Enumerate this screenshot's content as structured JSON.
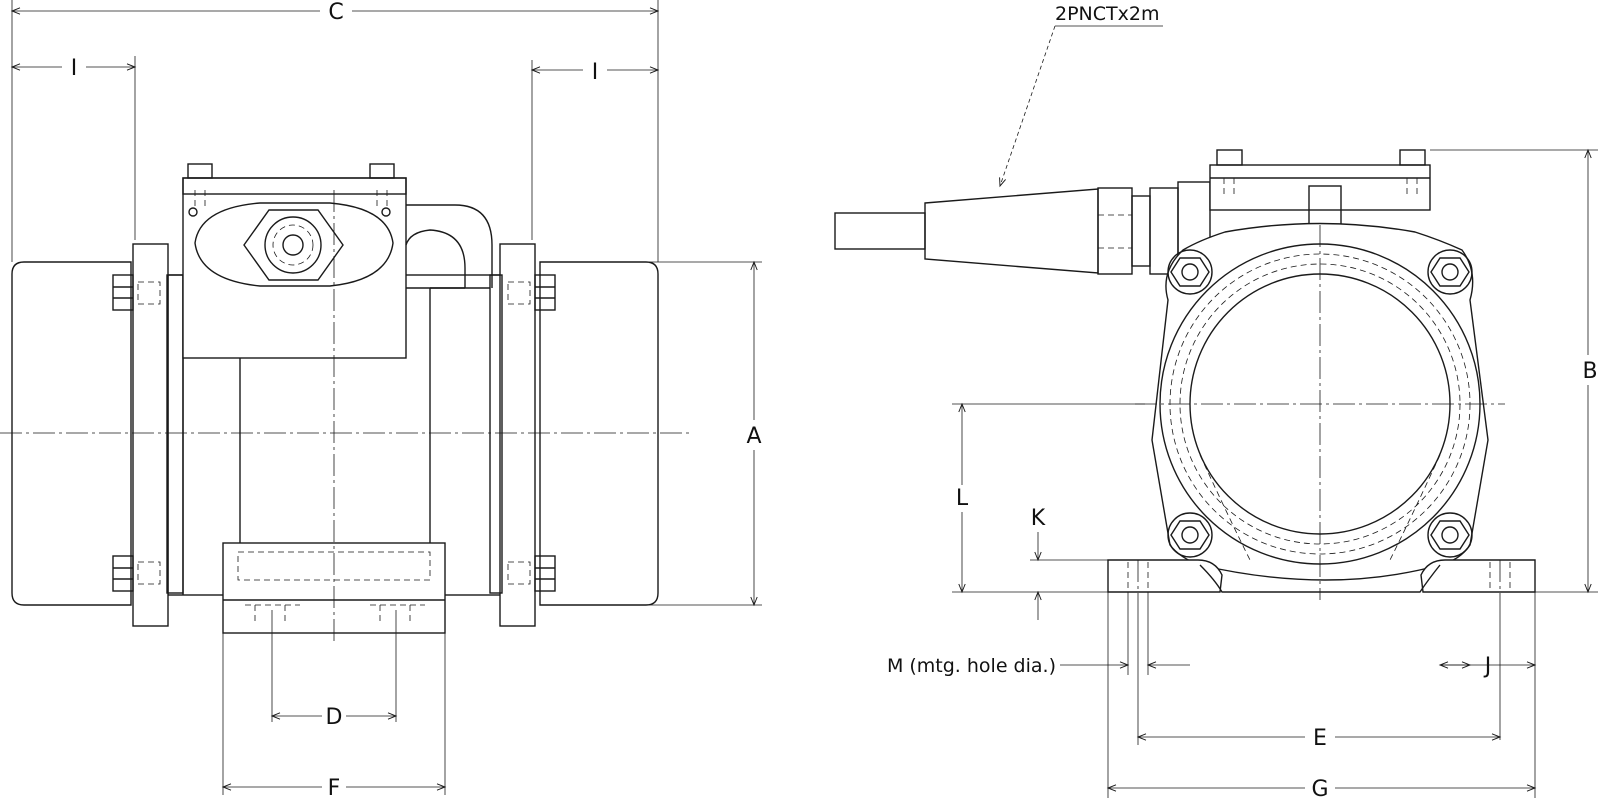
{
  "dimension_labels": {
    "A": "A",
    "B": "B",
    "C": "C",
    "D": "D",
    "E": "E",
    "F": "F",
    "G": "G",
    "I_left": "I",
    "I_right": "I",
    "J": "J",
    "K": "K",
    "L": "L",
    "M": "M (mtg. hole dia.)"
  },
  "cable_callout": "2PNCTx2m"
}
